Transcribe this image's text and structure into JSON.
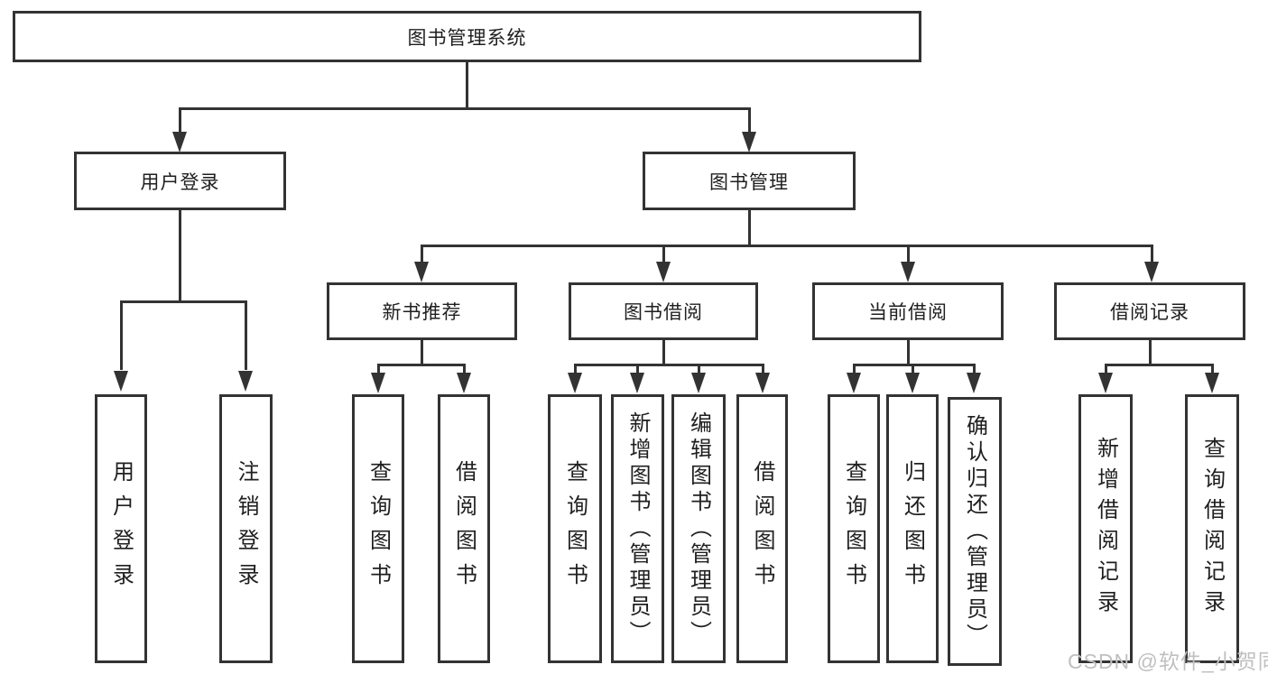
{
  "diagram_title": "图书管理系统",
  "watermark": "CSDN @软件_小贺同学",
  "colors": {
    "line": "#333333",
    "text": "#1f1f1f",
    "box_bg": "#ffffff",
    "watermark": "#c0c0c0"
  },
  "nodes": {
    "root": {
      "label": "图书管理系统"
    },
    "user_login": {
      "label": "用户登录"
    },
    "book_management": {
      "label": "图书管理"
    },
    "new_book_recommend": {
      "label": "新书推荐"
    },
    "book_borrow": {
      "label": "图书借阅"
    },
    "current_borrow": {
      "label": "当前借阅"
    },
    "borrow_records": {
      "label": "借阅记录"
    },
    "leaf_user_login": {
      "label": "用户登录"
    },
    "leaf_logout": {
      "label": "注销登录"
    },
    "leaf_query_book_1": {
      "label": "查询图书"
    },
    "leaf_borrow_book_1": {
      "label": "借阅图书"
    },
    "leaf_query_book_2": {
      "label": "查询图书"
    },
    "leaf_add_book": {
      "label": "新增图书（管理员）"
    },
    "leaf_edit_book": {
      "label": "编辑图书（管理员）"
    },
    "leaf_borrow_book_2": {
      "label": "借阅图书"
    },
    "leaf_query_book_3": {
      "label": "查询图书"
    },
    "leaf_return_book": {
      "label": "归还图书"
    },
    "leaf_confirm_return": {
      "label": "确认归还（管理员）"
    },
    "leaf_add_record": {
      "label": "新增借阅记录"
    },
    "leaf_query_record": {
      "label": "查询借阅记录"
    }
  }
}
